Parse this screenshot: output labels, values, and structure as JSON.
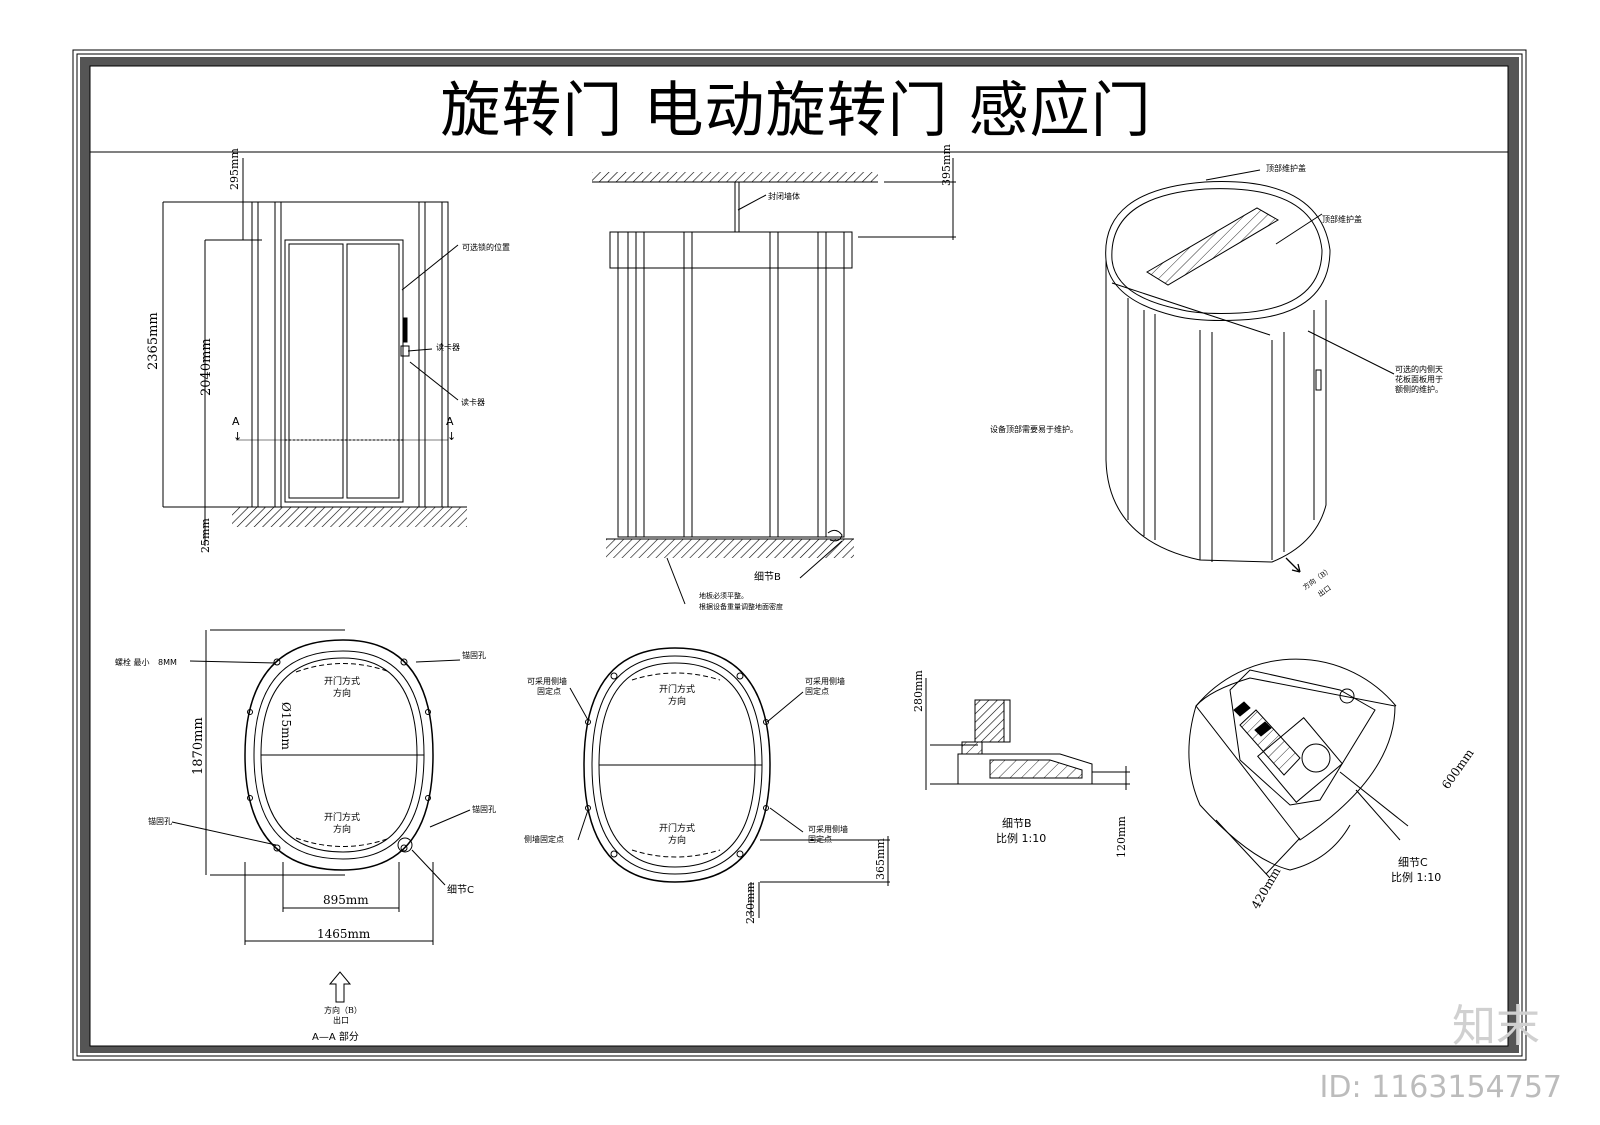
{
  "title": "旋转门 电动旋转门 感应门",
  "elevation_front": {
    "dims": {
      "top": "295mm",
      "total": "2365mm",
      "door": "2040mm",
      "floor": "25mm"
    },
    "section_mark": "A",
    "labels": {
      "lock": "可选锁的位置",
      "reader1": "读卡器",
      "reader2": "读卡器"
    }
  },
  "elevation_side": {
    "dims": {
      "top": "395mm"
    },
    "labels": {
      "ceiling": "封闭墙体",
      "detail_b": "细节B",
      "floor_note_1": "地板必须平整。",
      "floor_note_2": "根据设备重量调整地面密度"
    }
  },
  "isometric": {
    "labels": {
      "top_panel_1": "顶部维护盖",
      "top_panel_2": "顶部维护盖",
      "ceiling_note_1": "可选的内侧天",
      "ceiling_note_2": "花板面板用于",
      "ceiling_note_3": "额侧的维护。",
      "maintenance": "设备顶部需要易于维护。",
      "direction": "方向（B）",
      "exit": "出口"
    }
  },
  "plan_a": {
    "labels": {
      "bolt_1": "螺栓 最小",
      "bolt_2": "8MM",
      "hole_top": "锚固孔",
      "hole_left": "锚固孔",
      "hole_right": "锚固孔",
      "open_dir_top_1": "开门方式",
      "open_dir_top_2": "方向",
      "open_dir_bot_1": "开门方式",
      "open_dir_bot_2": "方向",
      "detail_c": "细节C",
      "direction": "方向（B）",
      "exit": "出口",
      "section": "A—A 部分"
    },
    "dims": {
      "depth": "1870mm",
      "dia": "Ø15mm",
      "opening": "895mm",
      "width": "1465mm"
    }
  },
  "plan_b": {
    "labels": {
      "wall_fix_tl_1": "可采用侧墙",
      "wall_fix_tl_2": "固定点",
      "wall_fix_tr_1": "可采用侧墙",
      "wall_fix_tr_2": "固定点",
      "wall_fix_bl": "侧墙固定点",
      "wall_fix_br_1": "可采用侧墙",
      "wall_fix_br_2": "固定点",
      "open_dir_top_1": "开门方式",
      "open_dir_top_2": "方向",
      "open_dir_bot_1": "开门方式",
      "open_dir_bot_2": "方向"
    },
    "dims": {
      "gap": "365mm",
      "post": "230mm"
    }
  },
  "detail_b": {
    "dims": {
      "height": "280mm",
      "base": "120mm"
    },
    "labels": {
      "name": "细节B",
      "scale": "比例 1:10"
    }
  },
  "detail_c": {
    "dims": {
      "a": "600mm",
      "b": "420mm"
    },
    "labels": {
      "name": "细节C",
      "scale": "比例 1:10"
    }
  },
  "watermark": {
    "brand": "知末",
    "id": "ID: 1163154757"
  }
}
